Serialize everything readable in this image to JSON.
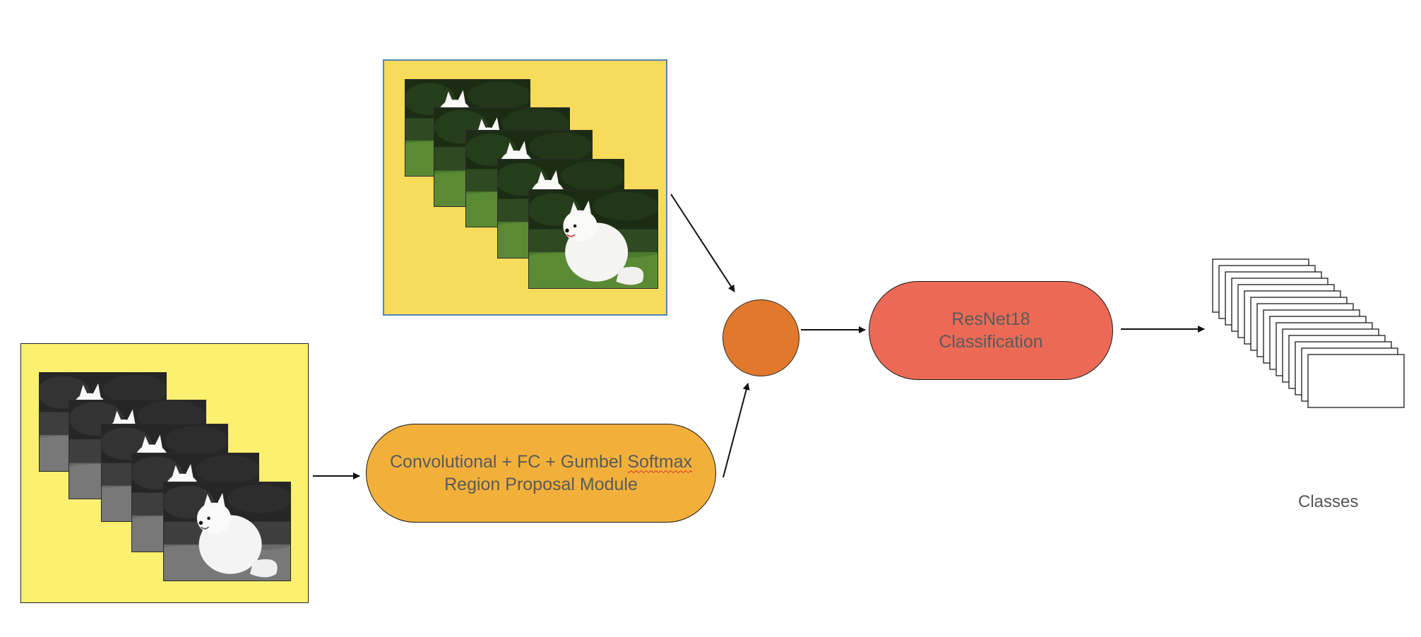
{
  "modules": {
    "region_proposal": {
      "line1_prefix": "Convolutional + FC + Gumbel ",
      "line1_underlined": "Softmax",
      "line2": "Region Proposal Module"
    },
    "classifier": {
      "line1": "ResNet18",
      "line2": "Classification"
    }
  },
  "output": {
    "label": "Classes"
  },
  "colors": {
    "color_panel": "#f7db5a",
    "gray_panel": "#fbf06f",
    "region_module": "#f2b03b",
    "fusion_node": "#e2782b",
    "classifier_module": "#ec6a55"
  }
}
